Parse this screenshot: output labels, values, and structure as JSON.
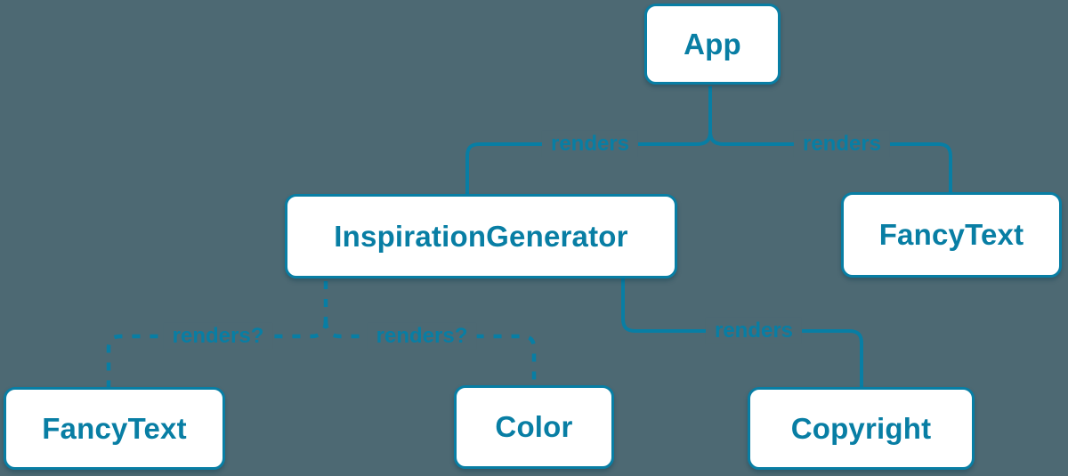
{
  "colors": {
    "background": "#4d6973",
    "accent": "#087ea4",
    "node_fill": "#ffffff"
  },
  "diagram": {
    "type": "component-render-tree",
    "nodes": [
      {
        "id": "app",
        "label": "App"
      },
      {
        "id": "inspiration-generator",
        "label": "InspirationGenerator"
      },
      {
        "id": "fancy-text-top",
        "label": "FancyText"
      },
      {
        "id": "fancy-text-bottom",
        "label": "FancyText"
      },
      {
        "id": "color",
        "label": "Color"
      },
      {
        "id": "copyright",
        "label": "Copyright"
      }
    ],
    "edges": [
      {
        "from": "App",
        "to": "InspirationGenerator",
        "label": "renders",
        "style": "solid"
      },
      {
        "from": "App",
        "to": "FancyText",
        "label": "renders",
        "style": "solid"
      },
      {
        "from": "InspirationGenerator",
        "to": "FancyText",
        "label": "renders?",
        "style": "dashed"
      },
      {
        "from": "InspirationGenerator",
        "to": "Color",
        "label": "renders?",
        "style": "dashed"
      },
      {
        "from": "InspirationGenerator",
        "to": "Copyright",
        "label": "renders",
        "style": "solid"
      }
    ]
  }
}
